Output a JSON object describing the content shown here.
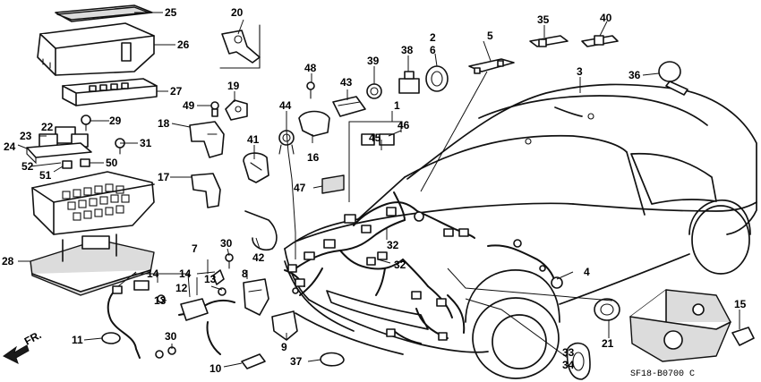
{
  "diagram": {
    "callouts": [
      "1",
      "2",
      "3",
      "4",
      "5",
      "6",
      "7",
      "8",
      "9",
      "10",
      "11",
      "12",
      "13",
      "13",
      "14",
      "14",
      "15",
      "16",
      "17",
      "18",
      "19",
      "20",
      "21",
      "22",
      "23",
      "24",
      "25",
      "26",
      "27",
      "28",
      "29",
      "30",
      "30",
      "31",
      "32",
      "32",
      "33",
      "34",
      "35",
      "36",
      "37",
      "38",
      "39",
      "40",
      "41",
      "42",
      "43",
      "44",
      "45",
      "46",
      "47",
      "48",
      "49",
      "50",
      "51",
      "52"
    ],
    "direction_label": "FR.",
    "reference_code": "SF18-B0700 C"
  }
}
